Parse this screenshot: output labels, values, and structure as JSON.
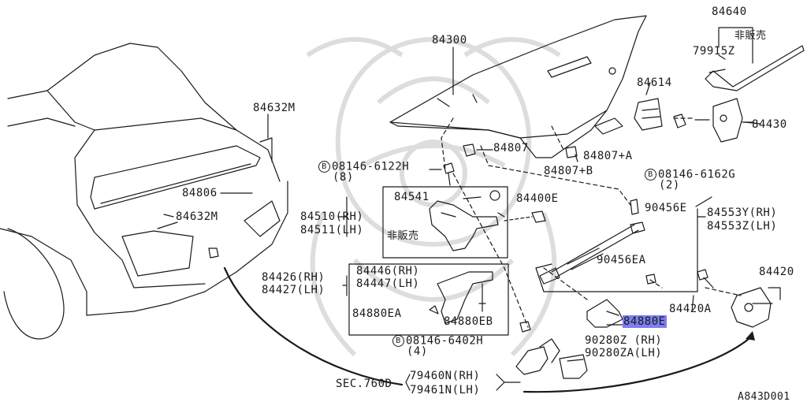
{
  "labels": {
    "p84300": "84300",
    "p84640": "84640",
    "p84640_note": "非販売",
    "p79915z": "79915Z",
    "p84614": "84614",
    "p84430": "84430",
    "p84632m_top": "84632M",
    "p84807": "84807",
    "p84807a": "84807+A",
    "p84807b": "84807+B",
    "bolt1": "08146-6122H",
    "bolt1_qty": "(8)",
    "bolt2": "08146-6162G",
    "bolt2_qty": "(2)",
    "bolt3": "08146-6402H",
    "bolt3_qty": "(4)",
    "bolt_mark": "B",
    "p84806": "84806",
    "p84632m_mid": "84632M",
    "p84541": "84541",
    "p84400e": "84400E",
    "p84510": "84510(RH)",
    "p84511": "84511(LH)",
    "hinge_note": "非販売",
    "p90456e": "90456E",
    "p84553y": "84553Y(RH)",
    "p84553z": "84553Z(LH)",
    "p90456ea": "90456EA",
    "p84446": "84446(RH)",
    "p84447": "84447(LH)",
    "p84426": "84426(RH)",
    "p84427": "84427(LH)",
    "p84880ea": "84880EA",
    "p84880eb": "84880EB",
    "p84880e": "84880E",
    "p84420": "84420",
    "p84420a": "84420A",
    "p90280z": "90280Z (RH)",
    "p90280za": "90280ZA(LH)",
    "sec": "SEC.760",
    "p79460n": "79460N(RH)",
    "p79461n": "79461N(LH)",
    "sec_sub": "D",
    "fig_code": "A843D001"
  },
  "highlight_color": "#7d7ef0",
  "line_color": "#1a1a1a"
}
